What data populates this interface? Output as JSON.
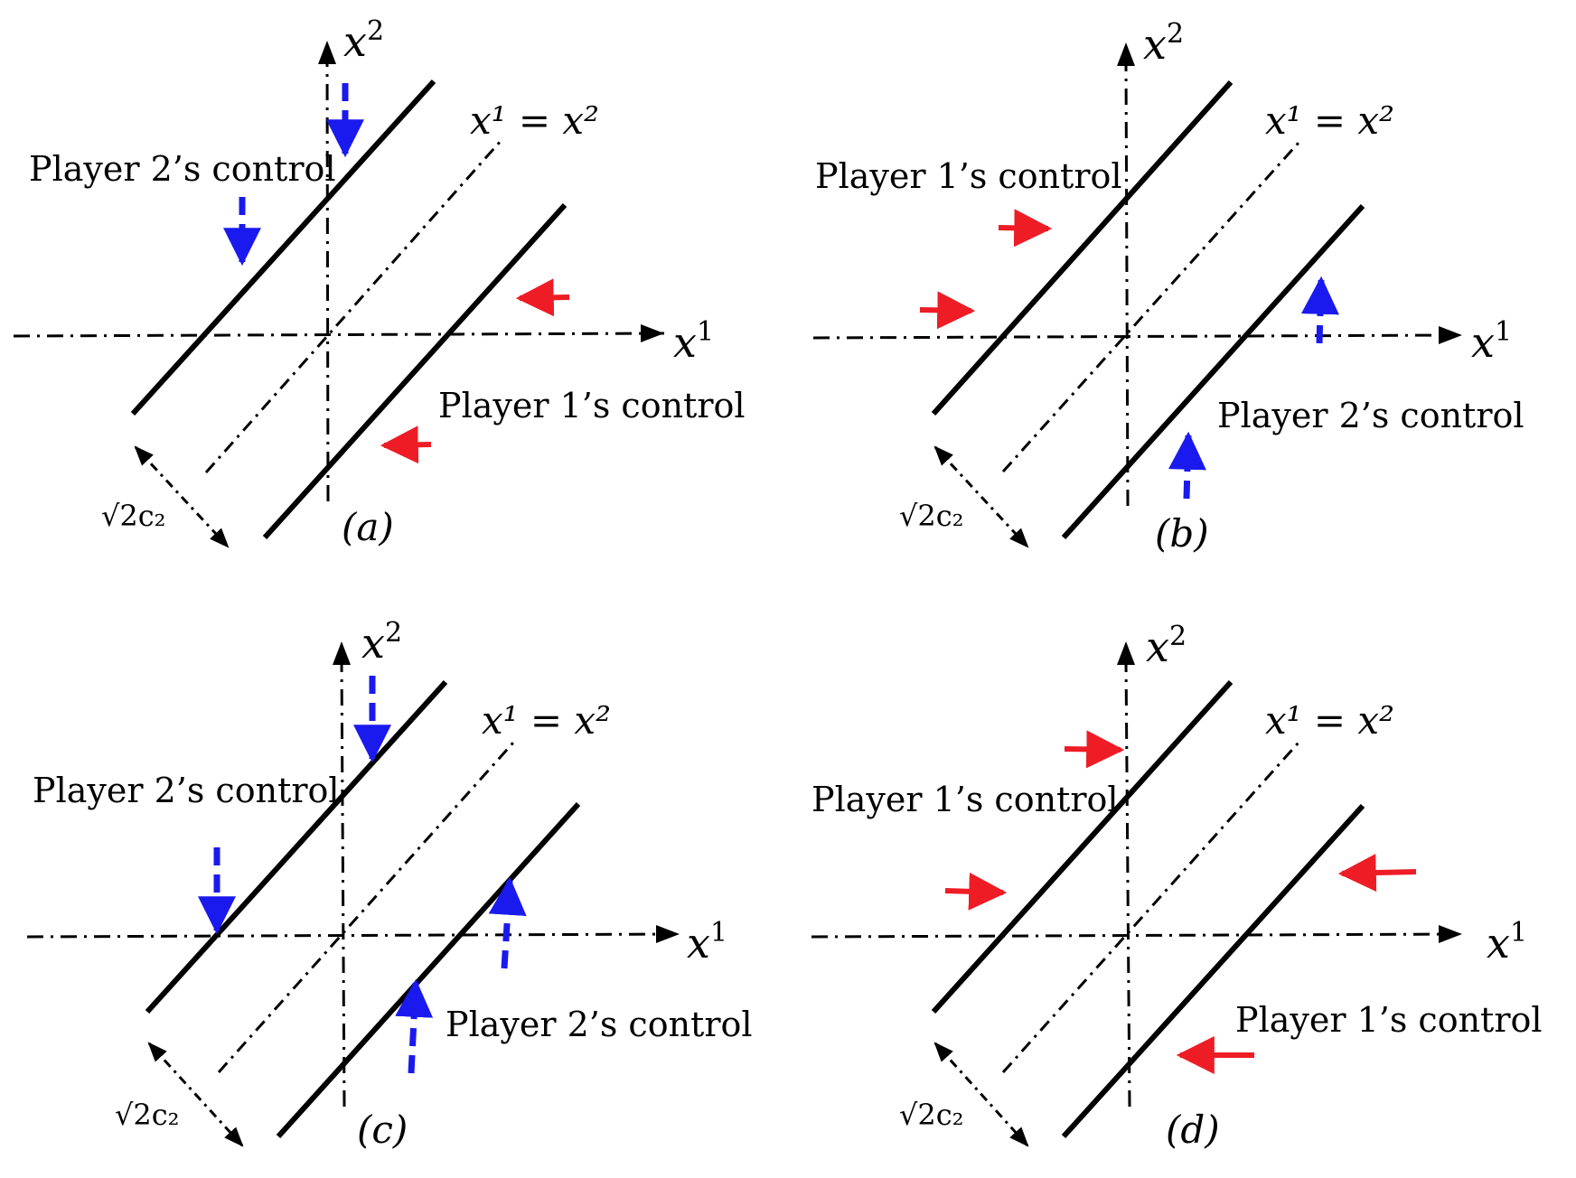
{
  "colors": {
    "red": "#ee1c25",
    "blue": "#1a1aee",
    "ink": "#000000"
  },
  "panels": [
    {
      "id": "a",
      "caption": "(a)",
      "xlabel": "x",
      "xlabel_sup": "1",
      "ylabel": "x",
      "ylabel_sup": "2",
      "diag_label": "x¹ = x²",
      "dim_label": "√2c₂",
      "labels": [
        "Player 2’s control",
        "Player 1’s control"
      ]
    },
    {
      "id": "b",
      "caption": "(b)",
      "xlabel": "x",
      "xlabel_sup": "1",
      "ylabel": "x",
      "ylabel_sup": "2",
      "diag_label": "x¹ = x²",
      "dim_label": "√2c₂",
      "labels": [
        "Player 1’s control",
        "Player 2’s control"
      ]
    },
    {
      "id": "c",
      "caption": "(c)",
      "xlabel": "x",
      "xlabel_sup": "1",
      "ylabel": "x",
      "ylabel_sup": "2",
      "diag_label": "x¹ = x²",
      "dim_label": "√2c₂",
      "labels": [
        "Player 2’s control",
        "Player 2’s control"
      ]
    },
    {
      "id": "d",
      "caption": "(d)",
      "xlabel": "x",
      "xlabel_sup": "1",
      "ylabel": "x",
      "ylabel_sup": "2",
      "diag_label": "x¹ = x²",
      "dim_label": "√2c₂",
      "labels": [
        "Player 1’s control",
        "Player 1’s control"
      ]
    }
  ]
}
